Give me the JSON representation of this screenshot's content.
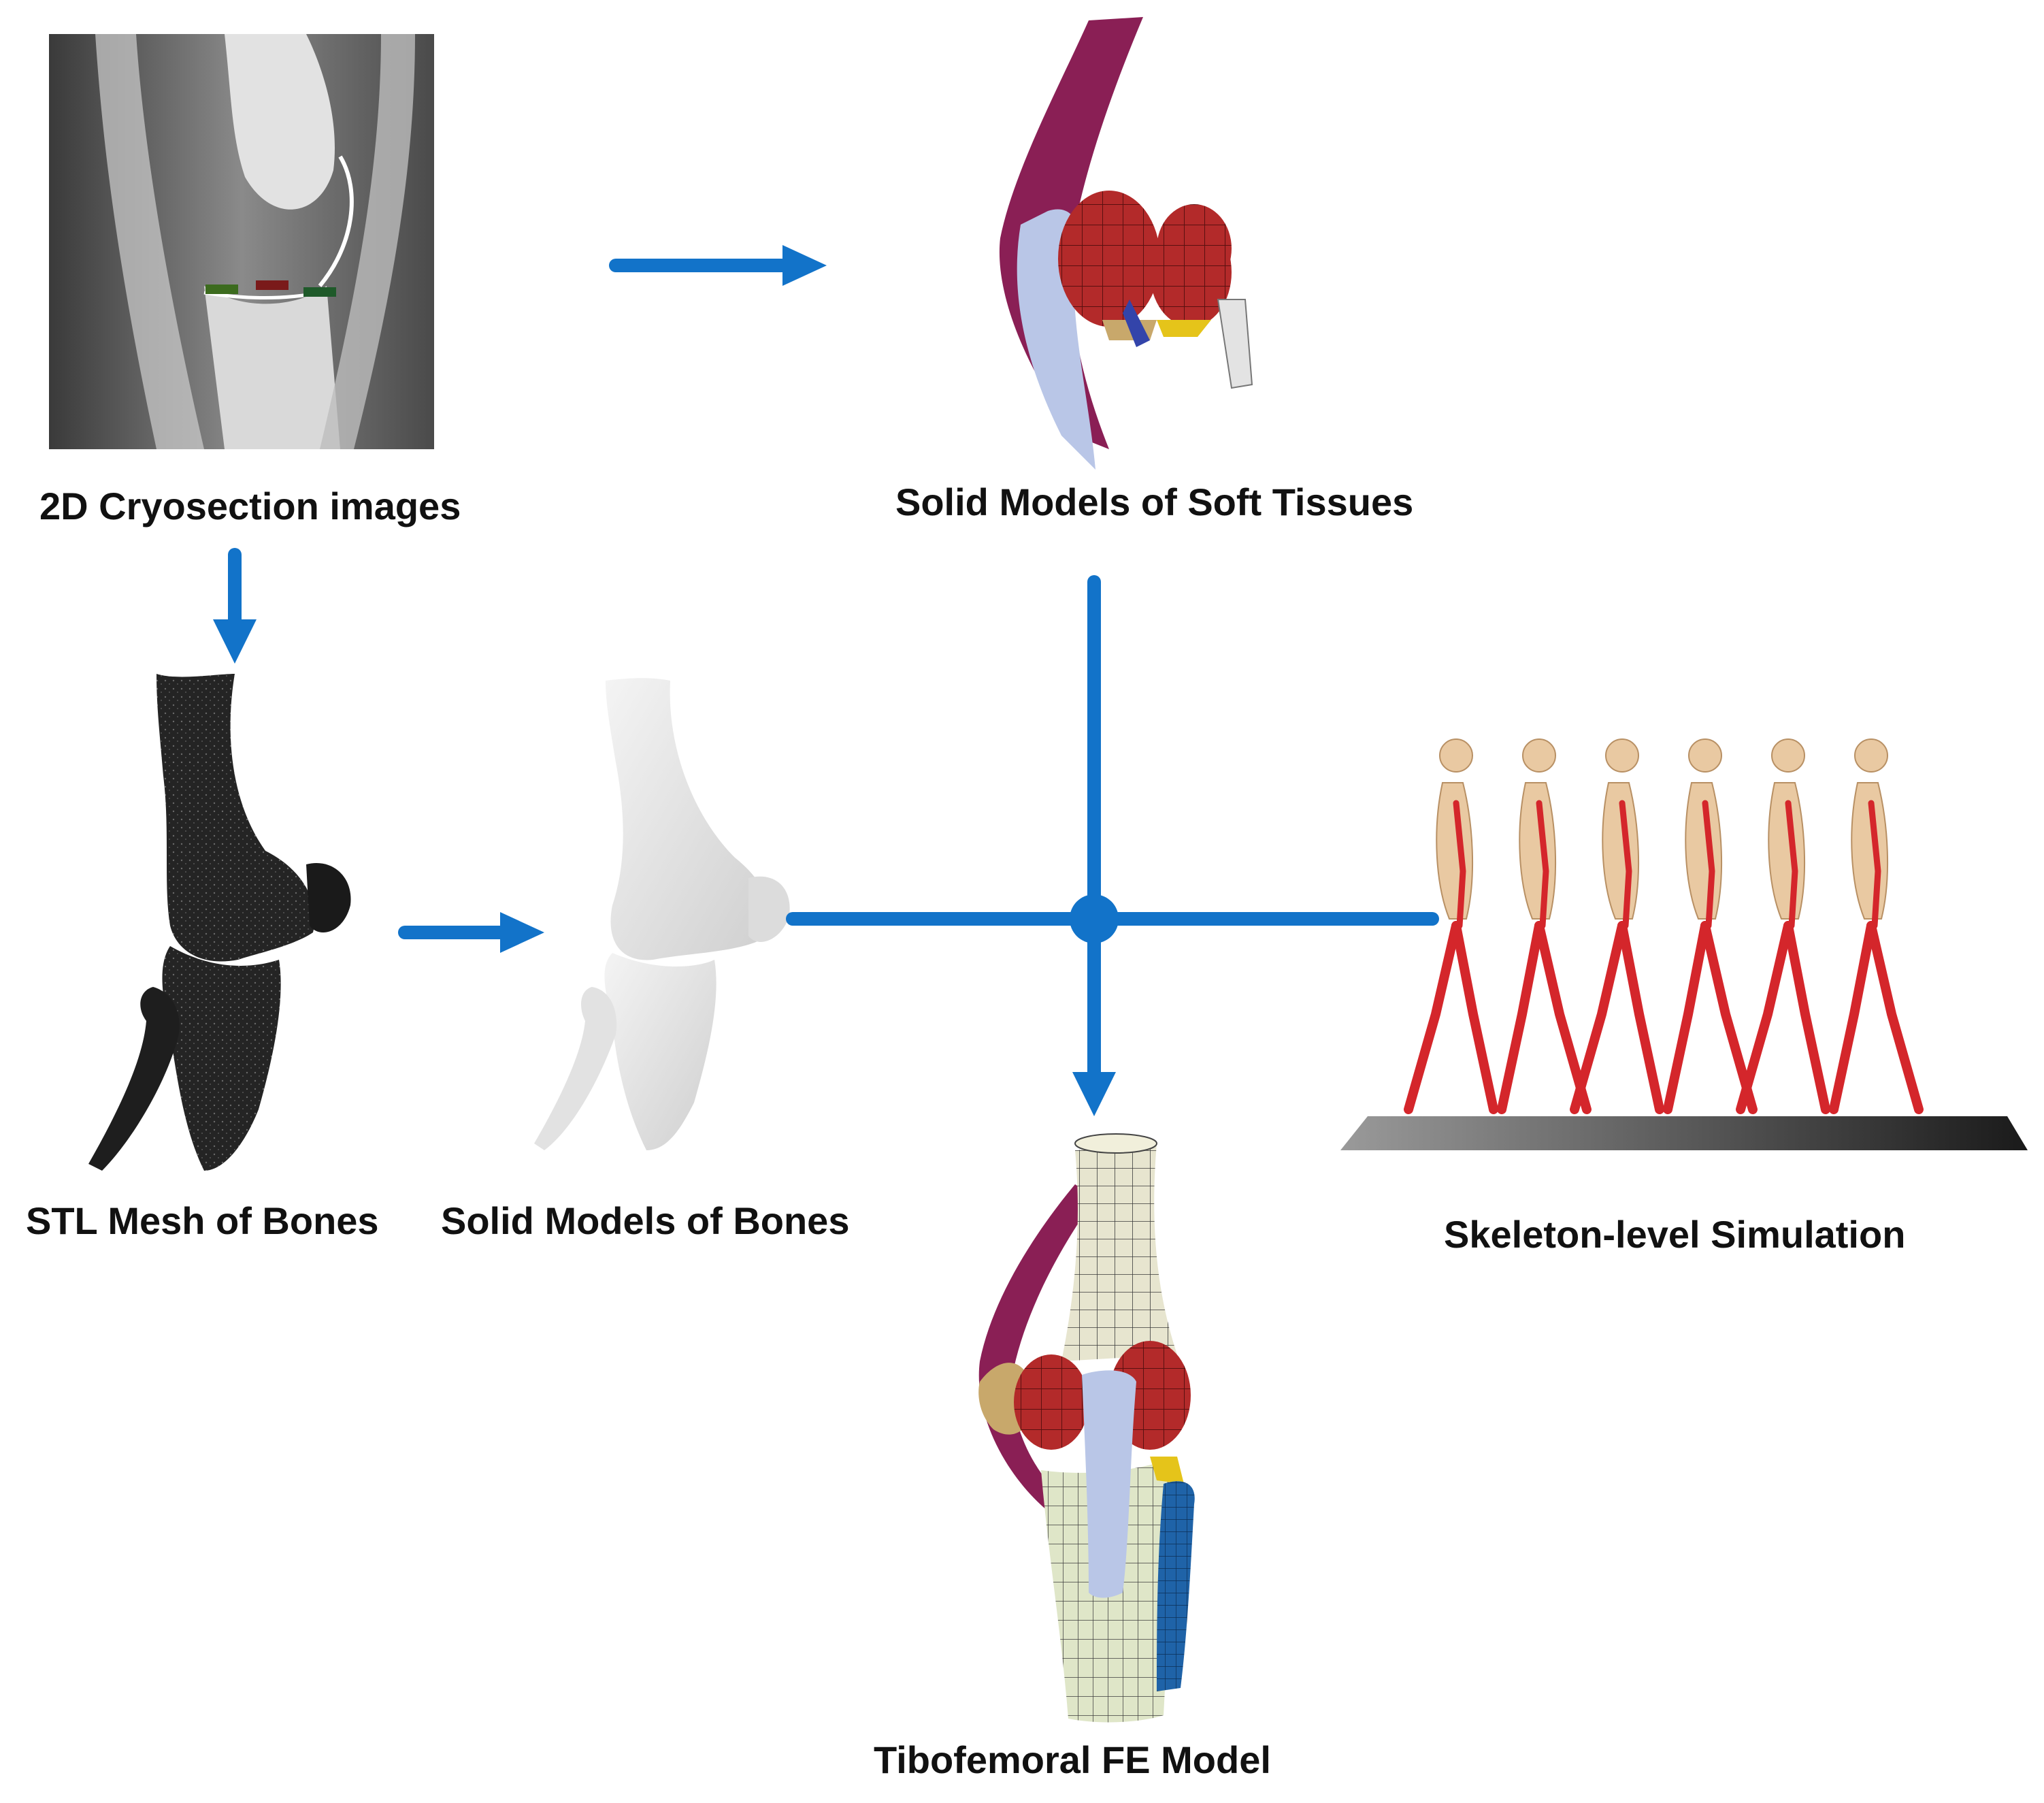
{
  "colors": {
    "arrow": "#1273c9",
    "femur_mesh": "#dedfc9",
    "tibia_mesh": "#dfe3cb",
    "fibula": "#1f63a8",
    "ligament_blue": "#b9c6e7",
    "meniscus_red": "#b32a2a",
    "tendon_purple": "#8a1f55",
    "bone_grey": "#e8e8e8",
    "bone_dark": "#2a2a2a",
    "skeleton_bone": "#e9c9a2",
    "muscle_red": "#d4262b",
    "ground": "#333333"
  },
  "stages": {
    "cryosection": {
      "label": "2D Cryosection images"
    },
    "soft_tissue": {
      "label": "Solid Models of Soft Tissues"
    },
    "stl_mesh": {
      "label": "STL Mesh of Bones"
    },
    "solid_bones": {
      "label": "Solid Models of Bones"
    },
    "skeleton_sim": {
      "label": "Skeleton-level Simulation"
    },
    "fe_model": {
      "label": "Tibofemoral FE Model"
    }
  },
  "walking_frames": 6
}
